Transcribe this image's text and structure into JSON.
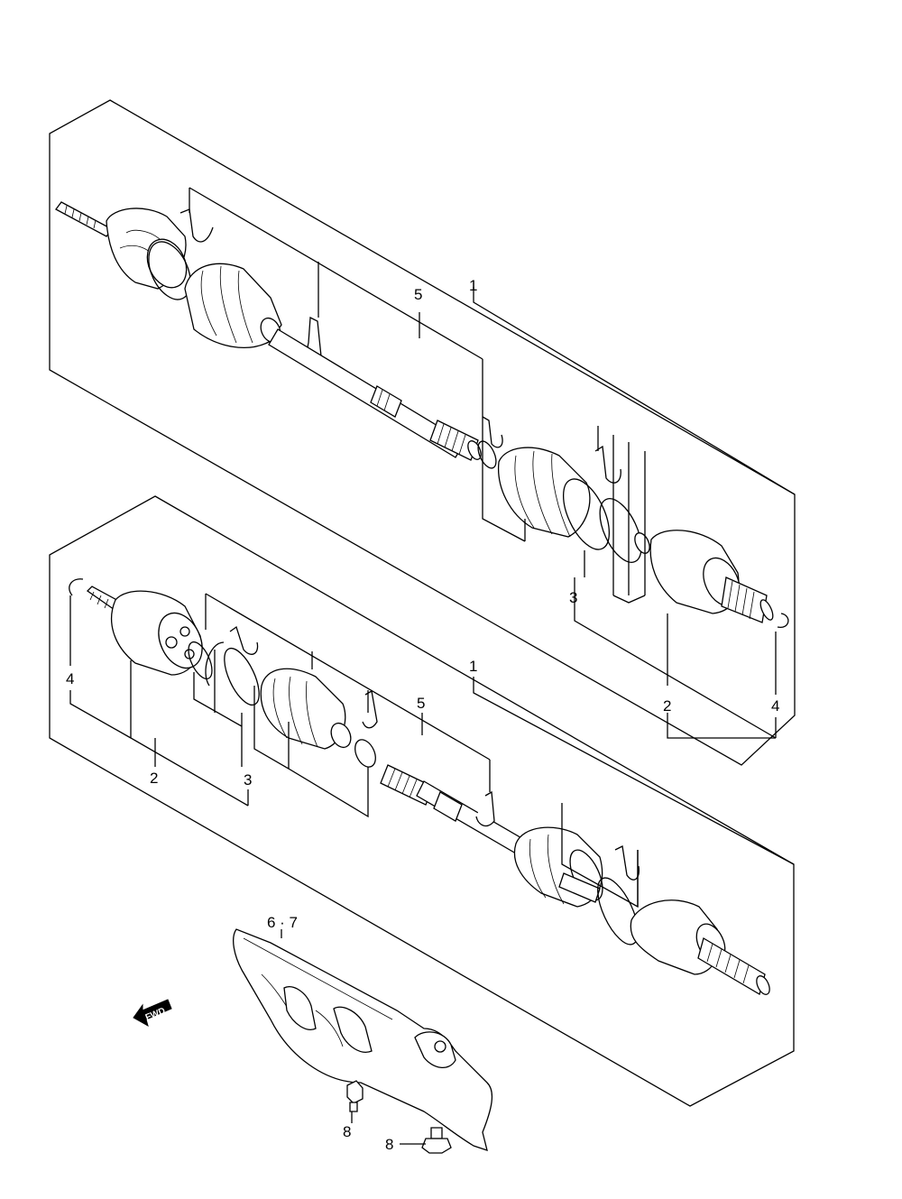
{
  "diagram": {
    "upper_assembly": {
      "callouts": {
        "assembly": "1",
        "shaft_kit": "5",
        "boot_set": "3",
        "joint": "2",
        "circlip": "4"
      }
    },
    "lower_assembly": {
      "callouts": {
        "assembly": "1",
        "shaft_kit": "5",
        "boot_set": "3",
        "joint": "2",
        "circlip": "4"
      }
    },
    "heat_shield": {
      "callout": "6 · 7"
    },
    "bolts": {
      "callout_left": "8",
      "callout_right": "8"
    },
    "direction_arrow": {
      "text": "FWD"
    }
  }
}
